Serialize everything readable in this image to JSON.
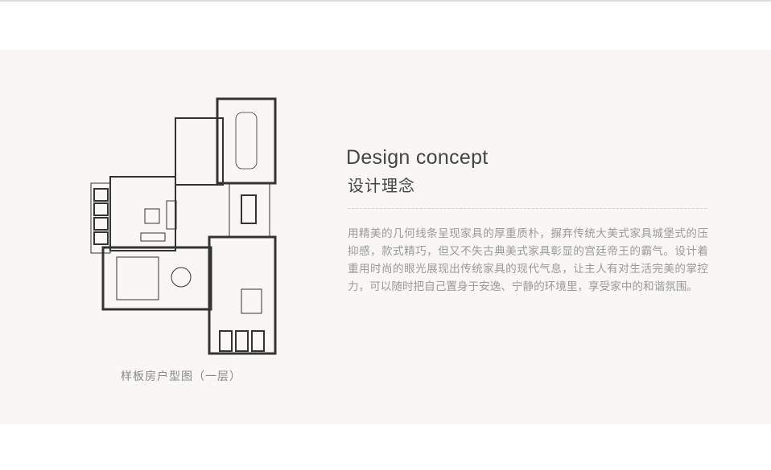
{
  "floorplan": {
    "caption": "样板房户型图（一层）"
  },
  "concept": {
    "title_en": "Design concept",
    "title_cn": "设计理念",
    "body": "用精美的几何线条呈现家具的厚重质朴，摒弃传统大美式家具城堡式的压抑感，款式精巧，但又不失古典美式家具彰显的宫廷帝王的霸气。设计着重用时尚的眼光展现出传统家具的现代气息，让主人有对生活完美的掌控力，可以随时把自己置身于安逸、宁静的环境里，享受家中的和谐氛围。"
  },
  "colors": {
    "band": "#f8f7f3",
    "text": "#9a9a9a",
    "title": "#444444"
  }
}
